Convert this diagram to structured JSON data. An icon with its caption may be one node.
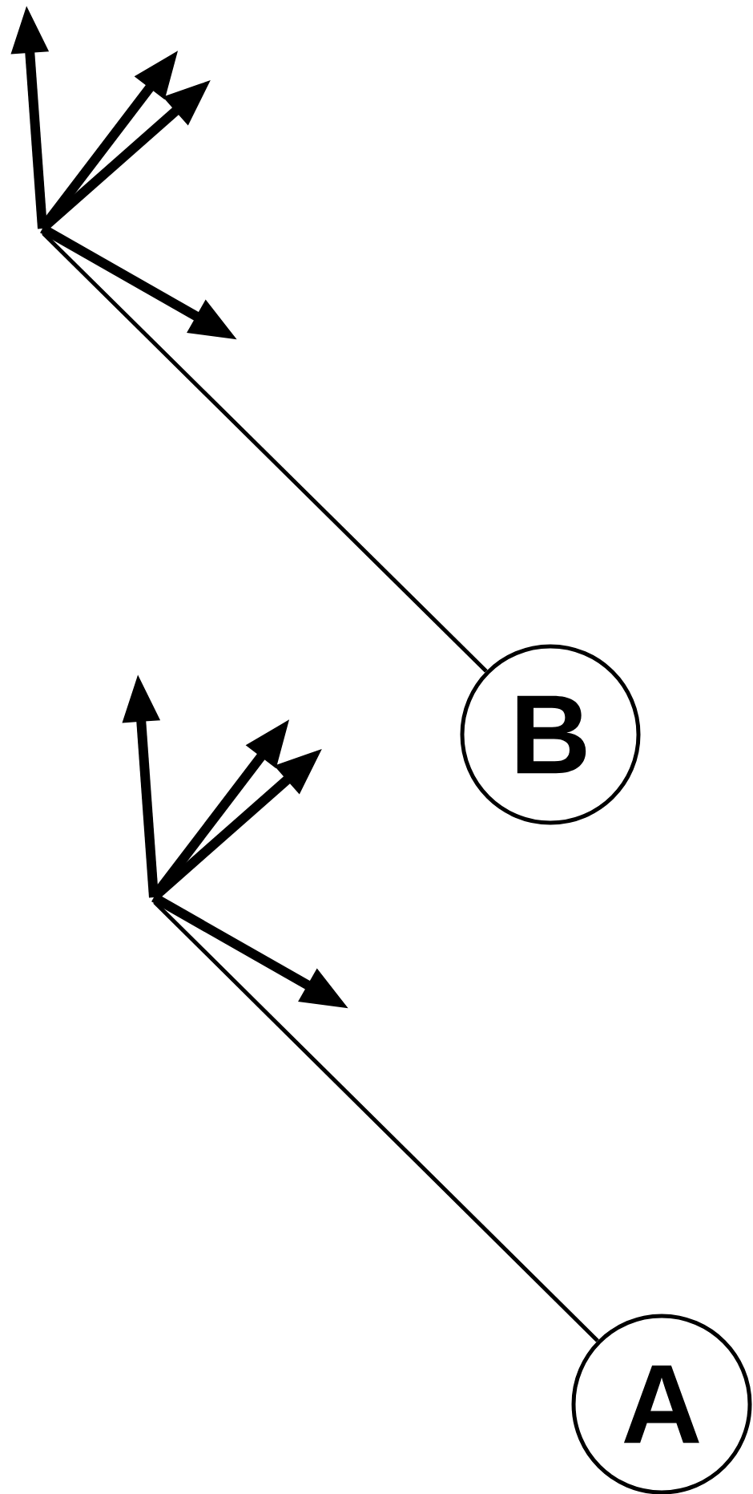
{
  "diagram": {
    "nodes": [
      {
        "text": [
          "B"
        ]
      },
      {
        "text": [
          "A"
        ]
      }
    ],
    "edges": [
      {
        "from": 0,
        "to": null,
        "arrow": "none"
      },
      {
        "from": 1,
        "to": null,
        "arrow": "none"
      }
    ]
  }
}
